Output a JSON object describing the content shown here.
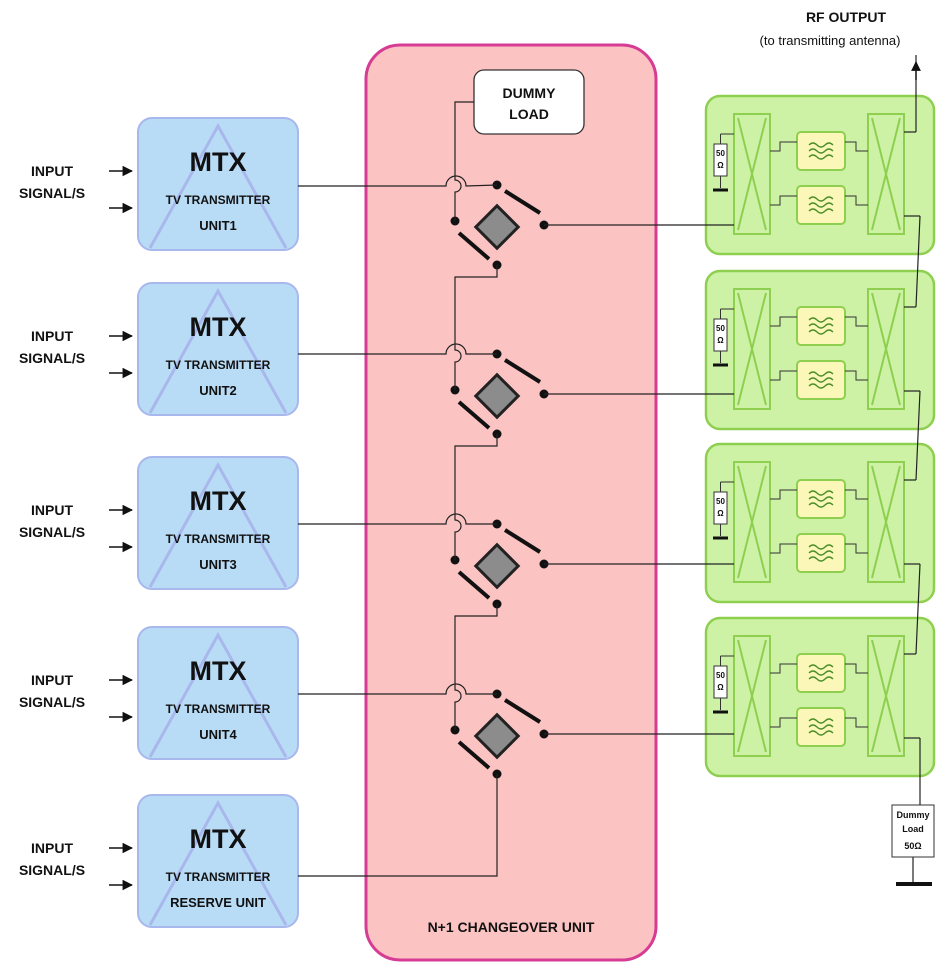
{
  "rf_output": {
    "title": "RF OUTPUT",
    "subtitle": "(to transmitting antenna)"
  },
  "changeover": {
    "label": "N+1 CHANGEOVER UNIT",
    "dummy_line1": "DUMMY",
    "dummy_line2": "LOAD"
  },
  "input": {
    "line1": "INPUT",
    "line2": "SIGNAL/S"
  },
  "transmitters": [
    {
      "brand": "MTX",
      "type": "TV TRANSMITTER",
      "unit": "UNIT1"
    },
    {
      "brand": "MTX",
      "type": "TV TRANSMITTER",
      "unit": "UNIT2"
    },
    {
      "brand": "MTX",
      "type": "TV TRANSMITTER",
      "unit": "UNIT3"
    },
    {
      "brand": "MTX",
      "type": "TV TRANSMITTER",
      "unit": "UNIT4"
    },
    {
      "brand": "MTX",
      "type": "TV TRANSMITTER",
      "unit": "RESERVE UNIT"
    }
  ],
  "combiner": {
    "resistor_value": "50",
    "resistor_unit": "Ω"
  },
  "end_dummy": {
    "line1": "Dummy",
    "line2": "Load",
    "line3": "50Ω"
  },
  "colors": {
    "tx_fill": "#b9dcf6",
    "tx_stroke": "#a9b8ec",
    "changeover_fill": "#fcc3c3",
    "changeover_stroke": "#d63c93",
    "combiner_fill": "#cdf2a6",
    "combiner_stroke": "#8fcf50",
    "filter_fill": "#fbf7b8"
  }
}
